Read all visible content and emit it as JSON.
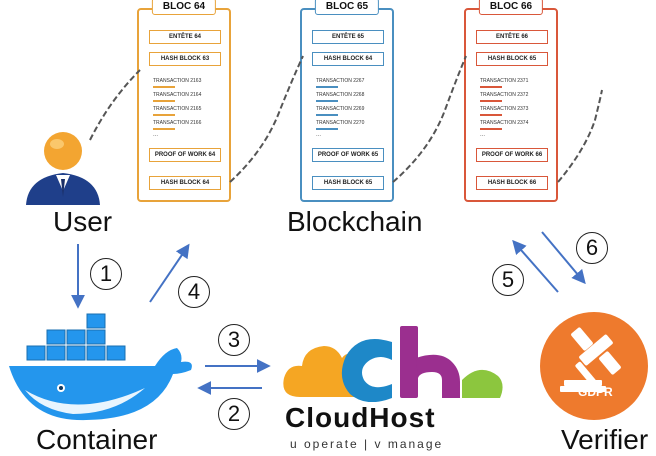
{
  "labels": {
    "user": "User",
    "blockchain": "Blockchain",
    "container": "Container",
    "verifier": "Verifier"
  },
  "cloudhost": {
    "name": "CloudHost",
    "tagline": "u operate | v manage"
  },
  "gdpr_label": "GDPR",
  "steps": [
    "1",
    "2",
    "3",
    "4",
    "5",
    "6"
  ],
  "blocks": [
    {
      "title": "BLOC 64",
      "header": "ENTÊTE 64",
      "prev_hash": "HASH BLOCK 63",
      "transactions": [
        "TRANSACTION 2163",
        "TRANSACTION 2164",
        "TRANSACTION 2165",
        "TRANSACTION 2166"
      ],
      "ellipsis": "...",
      "proof": "PROOF OF WORK 64",
      "hash": "HASH BLOCK 64",
      "color": "#e8a33a"
    },
    {
      "title": "BLOC 65",
      "header": "ENTÊTE 65",
      "prev_hash": "HASH BLOCK 64",
      "transactions": [
        "TRANSACTION 2267",
        "TRANSACTION 2268",
        "TRANSACTION 2269",
        "TRANSACTION 2270"
      ],
      "ellipsis": "...",
      "proof": "PROOF OF WORK 65",
      "hash": "HASH BLOCK 65",
      "color": "#4a8fc0"
    },
    {
      "title": "BLOC 66",
      "header": "ENTÊTE 66",
      "prev_hash": "HASH BLOCK 65",
      "transactions": [
        "TRANSACTION 2371",
        "TRANSACTION 2372",
        "TRANSACTION 2373",
        "TRANSACTION 2374"
      ],
      "ellipsis": "...",
      "proof": "PROOF OF WORK 66",
      "hash": "HASH BLOCK 66",
      "color": "#d9573a"
    }
  ],
  "colors": {
    "arrow": "#4472c4",
    "docker": "#2496ed",
    "gdpr": "#ee7a2d",
    "cloud_orange": "#f5a623",
    "cloud_blue": "#1e88c8",
    "cloud_purple": "#9b2f8f",
    "cloud_green": "#8cc63e"
  },
  "icons": {
    "user": "user-avatar-icon",
    "docker": "docker-whale-icon",
    "gdpr": "gavel-icon",
    "chain": "chain-link-icon"
  }
}
